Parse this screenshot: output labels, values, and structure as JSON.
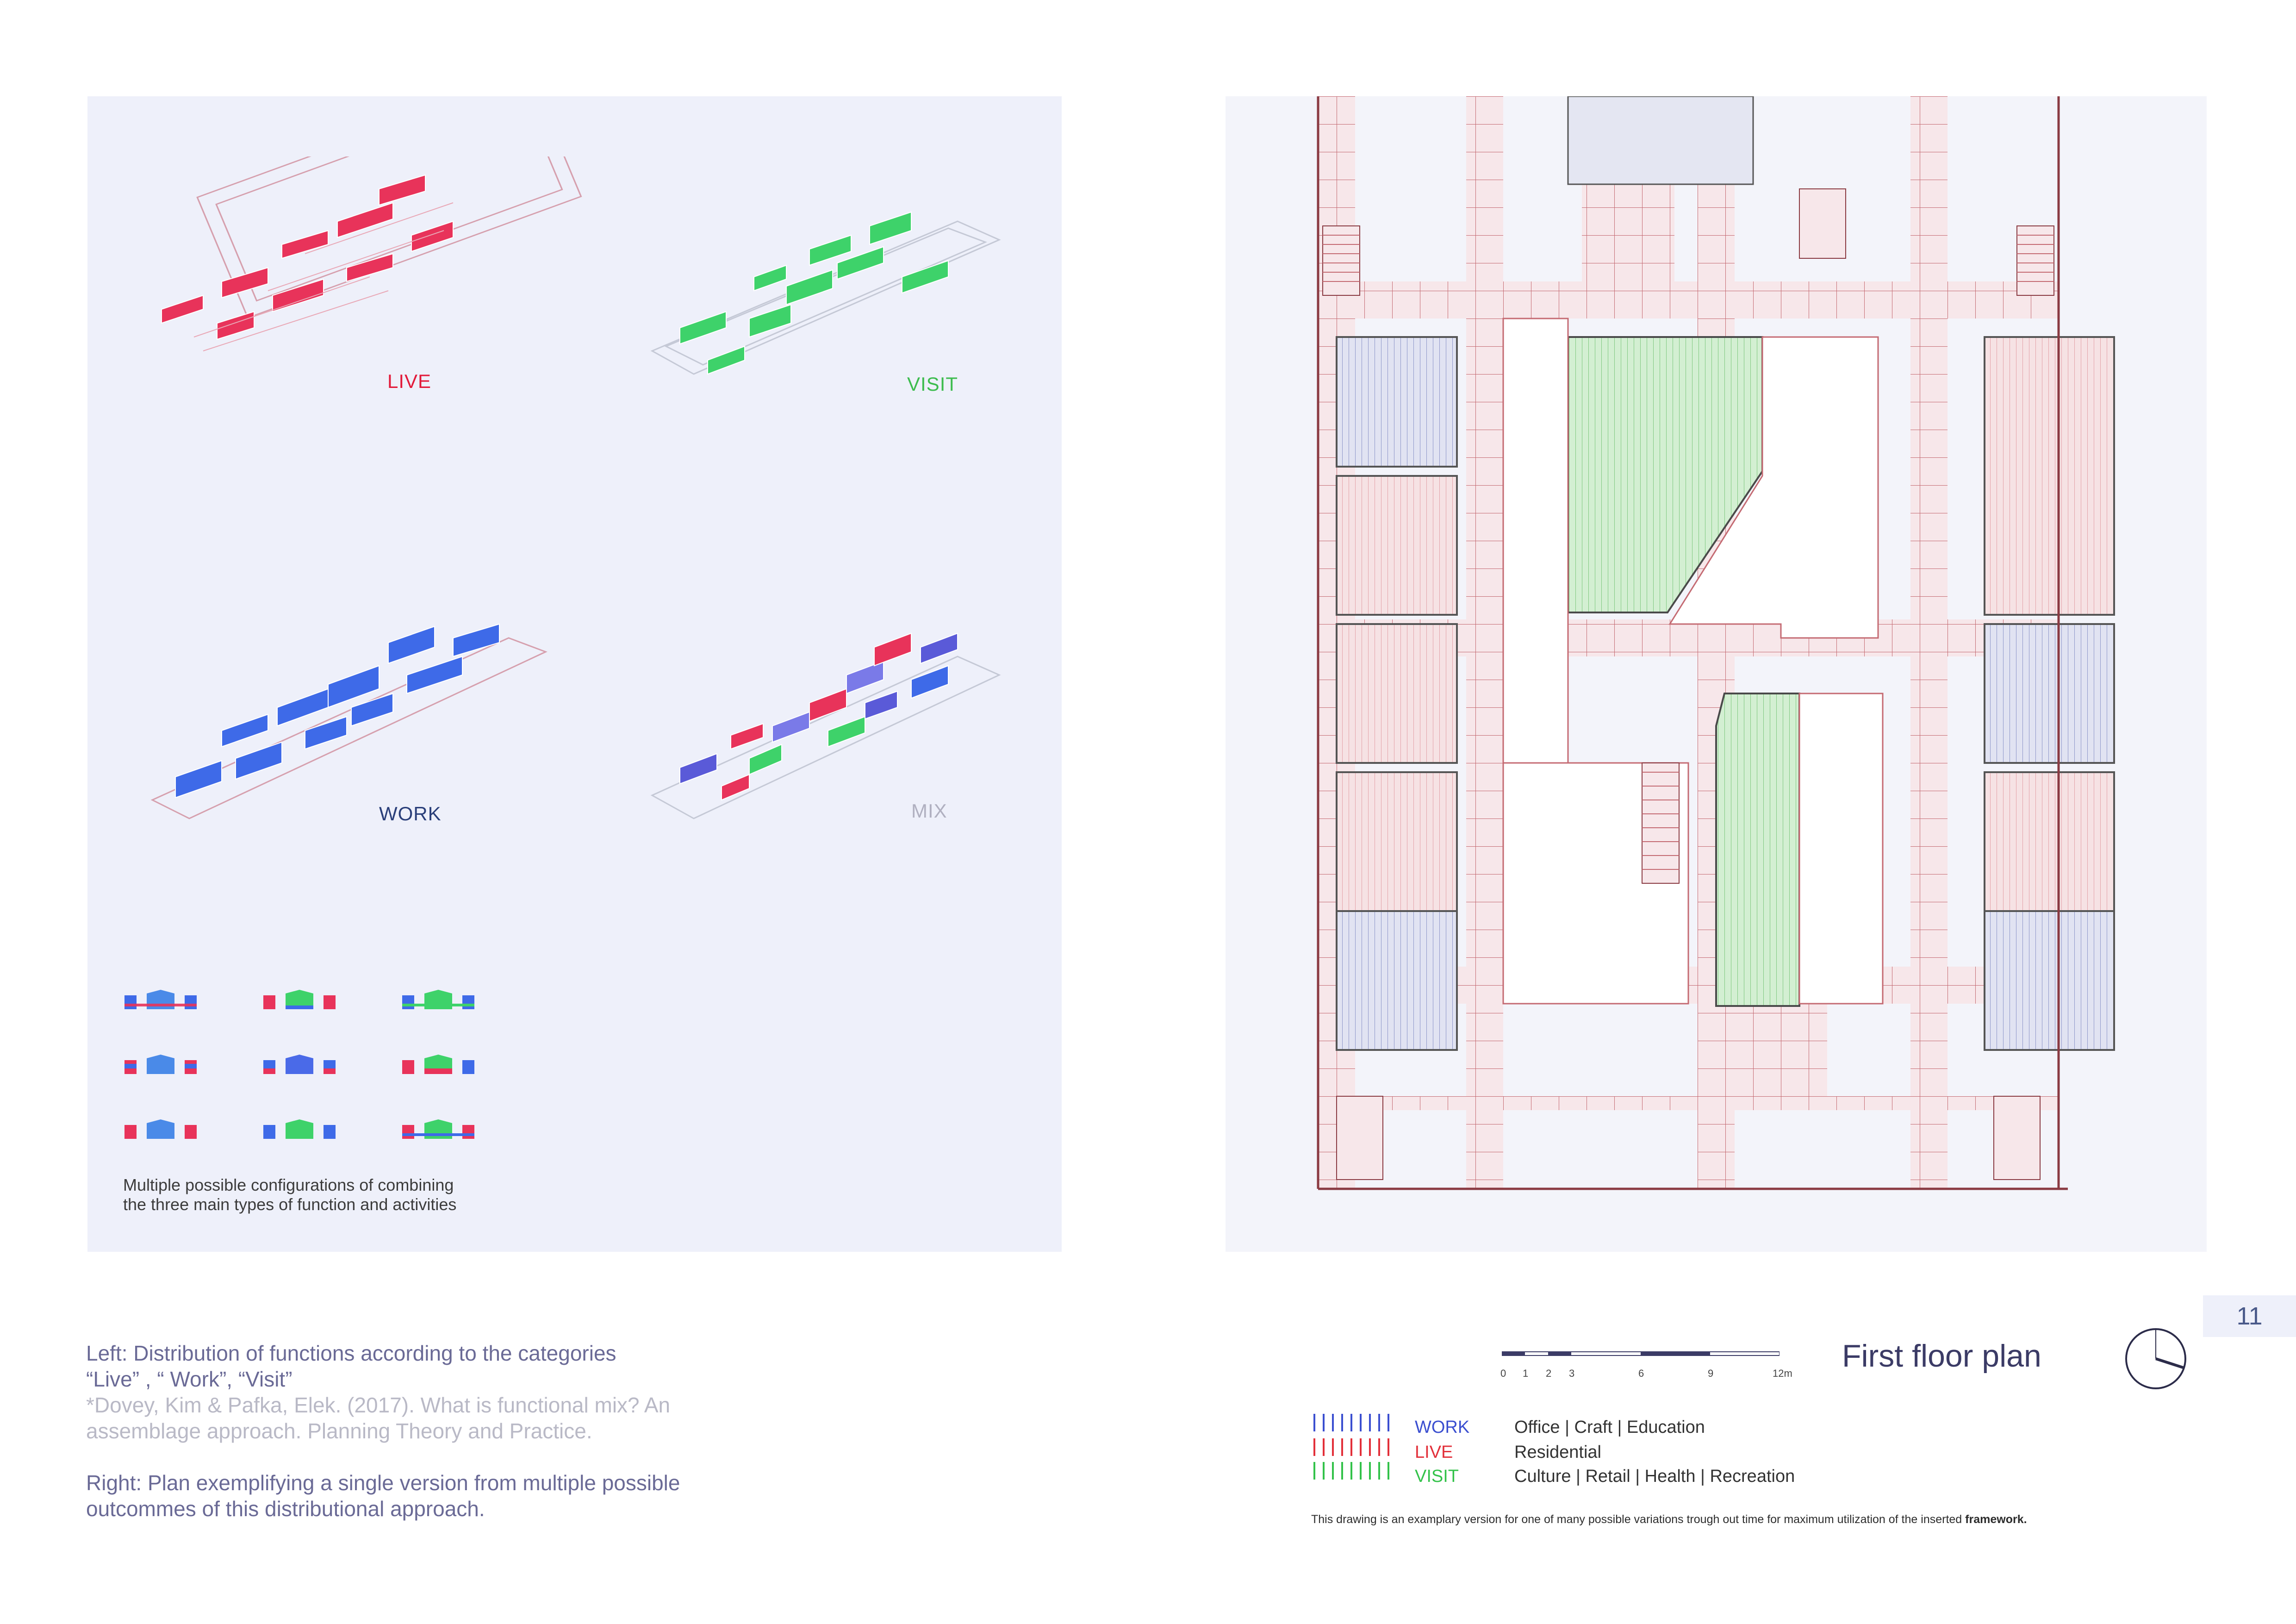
{
  "left": {
    "iso_labels": {
      "live": "LIVE",
      "visit": "VISIT",
      "work": "WORK",
      "mix": "MIX"
    },
    "config_caption": [
      "Multiple possible configurations of combining",
      "the three main types of function and activities"
    ],
    "notes": {
      "left_title": "Left: Distribution of functions according to the categories",
      "left_title_2": "“Live” , “ Work”, “Visit”",
      "citation_1": "*Dovey, Kim & Pafka, Elek. (2017). What is functional mix? An",
      "citation_2": "assemblage approach. Planning Theory and Practice.",
      "right_1": "Right: Plan exemplifying  a single version from multiple possible",
      "right_2": "outcommes of this distributional approach."
    }
  },
  "right": {
    "plan_title": "First floor plan",
    "page_number": "11",
    "scale_labels": [
      "0",
      "1",
      "2",
      "3",
      "6",
      "9",
      "12m"
    ],
    "legend": [
      {
        "key": "WORK",
        "desc": "Office  |  Craft  |  Education",
        "color": "#3b4fd0"
      },
      {
        "key": "LIVE",
        "desc": "Residential",
        "color": "#e2303a"
      },
      {
        "key": "VISIT",
        "desc": "Culture  |  Retail  |  Health  | Recreation",
        "color": "#33c24a"
      }
    ],
    "footer_note": "This drawing is an examplary version for one of many possible variations trough out time for maximum utilization of the inserted",
    "footer_note_bold": "framework."
  },
  "colors": {
    "live": "#e8335a",
    "visit": "#3ed26a",
    "work": "#3e6ae8",
    "mix_label": "#b0b0c0",
    "work_label": "#2a3f7a",
    "plan_line": "#c46a72",
    "green_fill": "#cfeccf",
    "red_fill": "#f3d6d8",
    "blue_fill": "#d9dcf2"
  }
}
